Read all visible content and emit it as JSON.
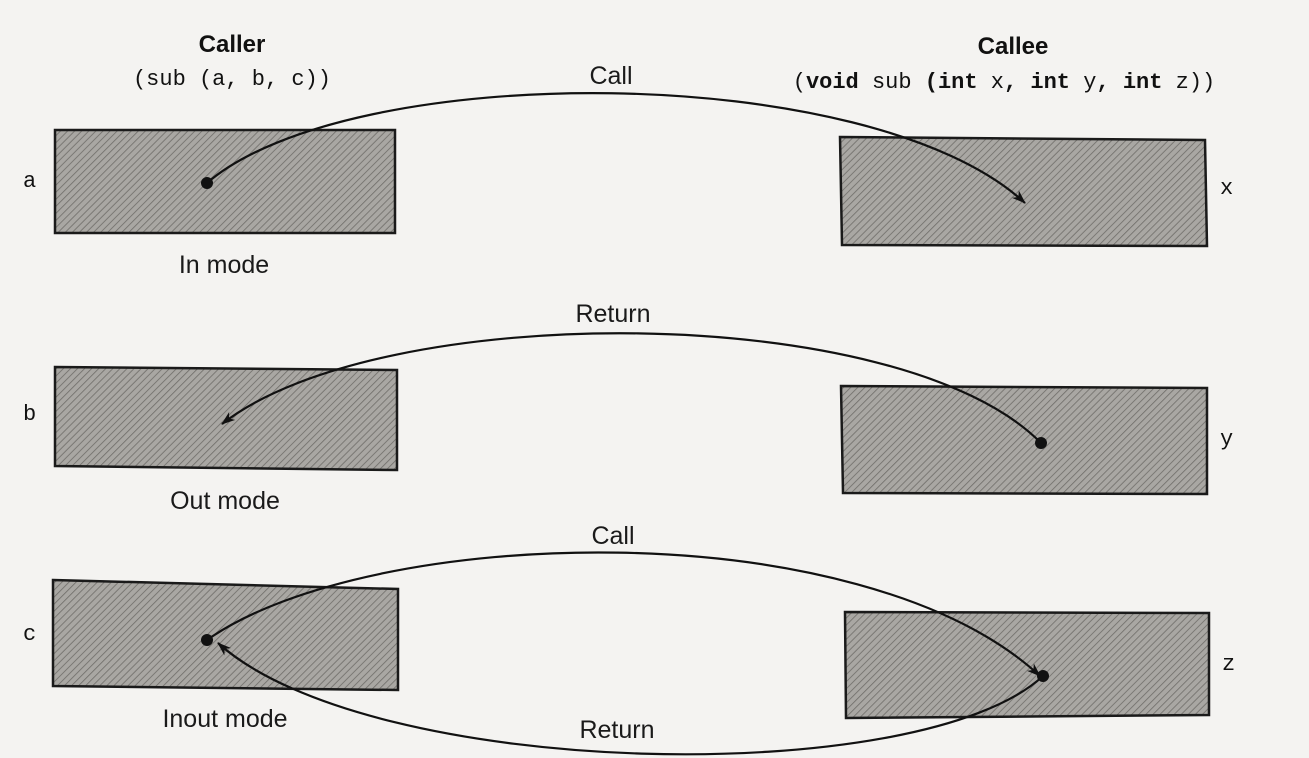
{
  "caller": {
    "heading": "Caller",
    "call_expr": "(sub (a, b, c))"
  },
  "callee": {
    "heading": "Callee",
    "signature": [
      {
        "text": "(",
        "bold": false
      },
      {
        "text": "void",
        "bold": true
      },
      {
        "text": " sub ",
        "bold": false
      },
      {
        "text": "(",
        "bold": true
      },
      {
        "text": "int",
        "bold": true
      },
      {
        "text": " x",
        "bold": false
      },
      {
        "text": ", ",
        "bold": true
      },
      {
        "text": "int",
        "bold": true
      },
      {
        "text": " y",
        "bold": false
      },
      {
        "text": ", ",
        "bold": true
      },
      {
        "text": "int",
        "bold": true
      },
      {
        "text": " z))",
        "bold": false
      }
    ]
  },
  "rows": [
    {
      "caller_var": "a",
      "callee_var": "x",
      "mode": "In mode",
      "arrow_top": "Call",
      "arrow_bottom": ""
    },
    {
      "caller_var": "b",
      "callee_var": "y",
      "mode": "Out mode",
      "arrow_top": "Return",
      "arrow_bottom": ""
    },
    {
      "caller_var": "c",
      "callee_var": "z",
      "mode": "Inout mode",
      "arrow_top": "Call",
      "arrow_bottom": "Return"
    }
  ],
  "colors": {
    "background": "#f4f3f1",
    "box_fill": "#a9a7a3",
    "box_hatch": "#6f6d69",
    "ink": "#111111"
  }
}
